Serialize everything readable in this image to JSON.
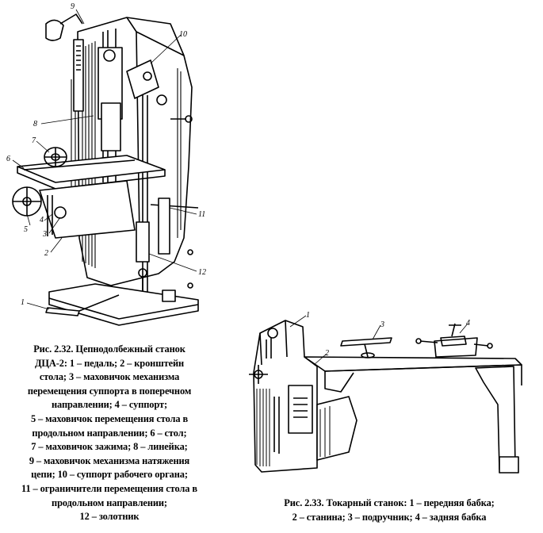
{
  "figure1": {
    "callouts": [
      "1",
      "2",
      "3",
      "4",
      "5",
      "6",
      "7",
      "8",
      "9",
      "10",
      "11",
      "12"
    ],
    "caption_lines": [
      "Рис. 2.32. Цепнодолбежный станок",
      "ДЦА-2: 1 – педаль; 2 – кронштейн",
      "стола; 3 – маховичок механизма",
      "перемещения суппорта в поперечном",
      "направлении;  4 – суппорт;",
      "5 – маховичок перемещения стола в",
      "продольном направлении;  6 – стол;",
      "7 – маховичок зажима; 8 – линейка;",
      "9 – маховичок механизма натяжения",
      "цепи;  10 – суппорт рабочего органа;",
      "11 – ограничители перемещения стола в",
      "продольном  направлении;",
      "12 – золотник"
    ]
  },
  "figure2": {
    "callouts": [
      "1",
      "2",
      "3",
      "4"
    ],
    "caption_lines": [
      "Рис. 2.33. Токарный станок: 1 – передняя бабка;",
      "2 – станина; 3 – подручник; 4 – задняя бабка"
    ]
  }
}
